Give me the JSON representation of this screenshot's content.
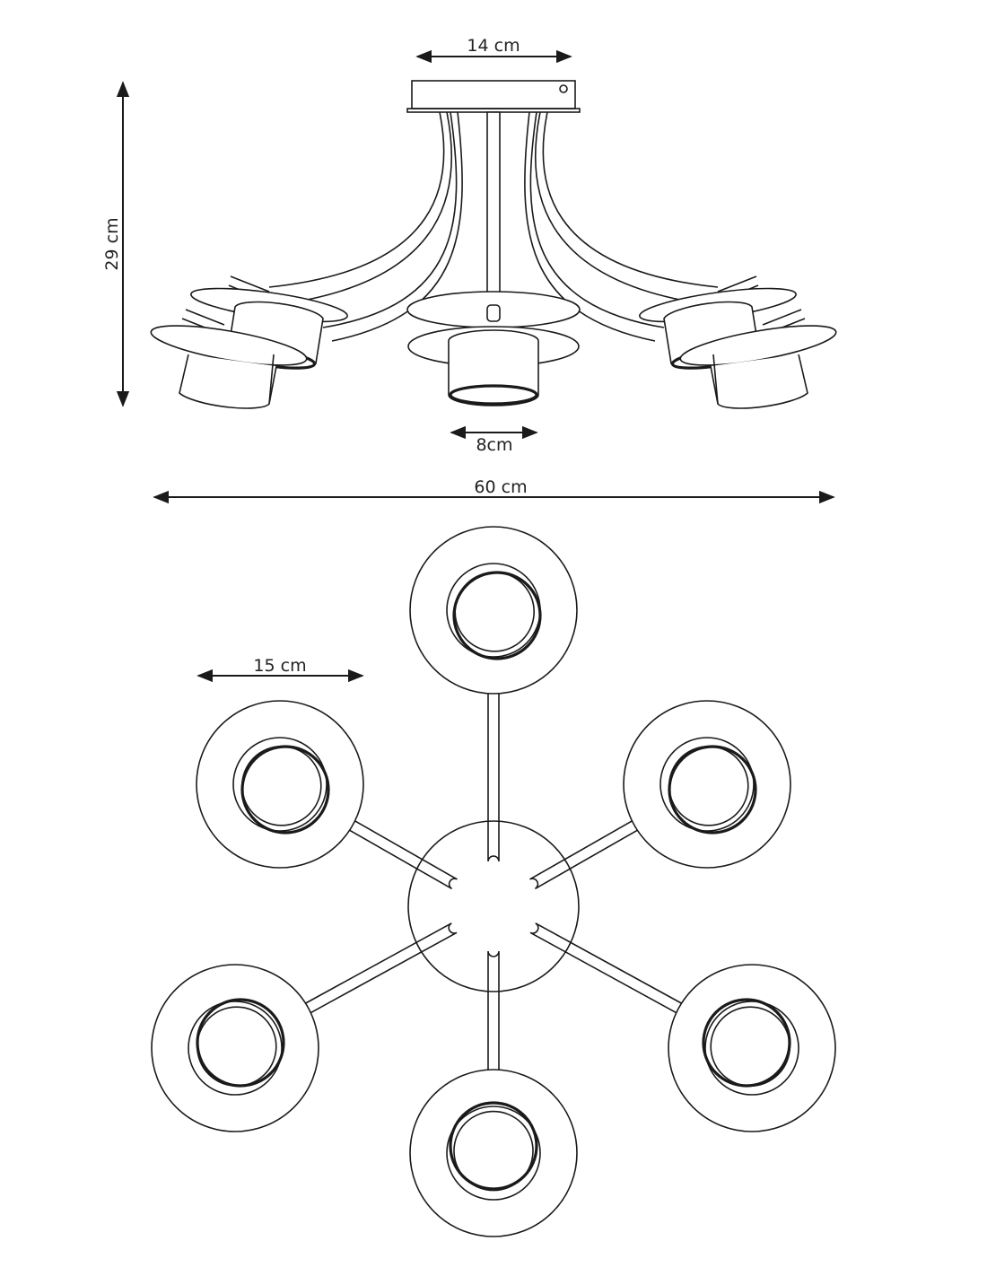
{
  "dimensions": {
    "plate_width": "14 cm",
    "height": "29 cm",
    "shade_diameter": "8cm",
    "total_width": "60 cm",
    "disk_diameter": "15 cm"
  },
  "colors": {
    "line": "#1a1a1a",
    "background": "#ffffff"
  }
}
